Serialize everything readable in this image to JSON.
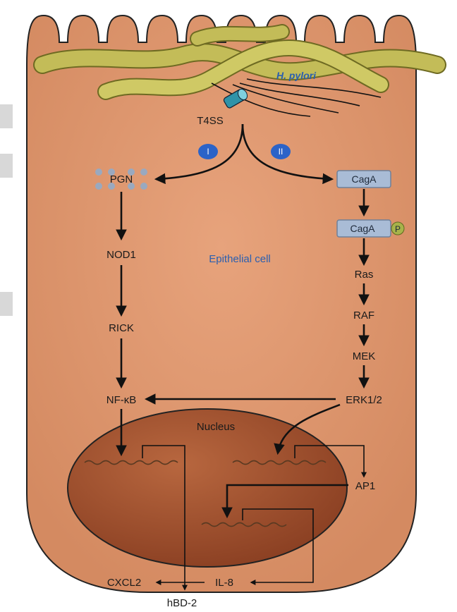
{
  "bacterium": "H. pylori",
  "secretion_system": "T4SS",
  "cell_label": "Epithelial cell",
  "nucleus_label": "Nucleus",
  "pathway_markers": [
    "I",
    "II"
  ],
  "pathway_i": {
    "molecule": "PGN",
    "steps": [
      "NOD1",
      "RICK",
      "NF-κB"
    ]
  },
  "pathway_ii": {
    "molecule": "CagA",
    "phospho_molecule": "CagA",
    "phospho_mark": "P",
    "steps": [
      "Ras",
      "RAF",
      "MEK",
      "ERK1/2"
    ]
  },
  "transcription_factor": "AP1",
  "outputs": [
    "CXCL2",
    "IL-8",
    "hBD-2"
  ],
  "colors": {
    "cell": "#d9916a",
    "nucleus": "#9c4f2f",
    "bacterium": "#b7b04e",
    "marker": "#2b63c8",
    "box": "#a9bcd6"
  }
}
